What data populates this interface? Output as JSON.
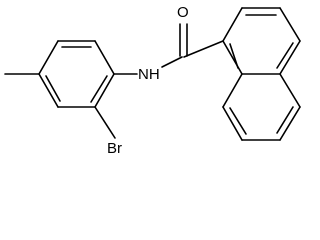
{
  "structure": {
    "atom_labels": {
      "oxygen": "O",
      "amide_nitrogen": "NH",
      "bromine": "Br"
    },
    "line_color": "#000000",
    "background_color": "#ffffff"
  }
}
